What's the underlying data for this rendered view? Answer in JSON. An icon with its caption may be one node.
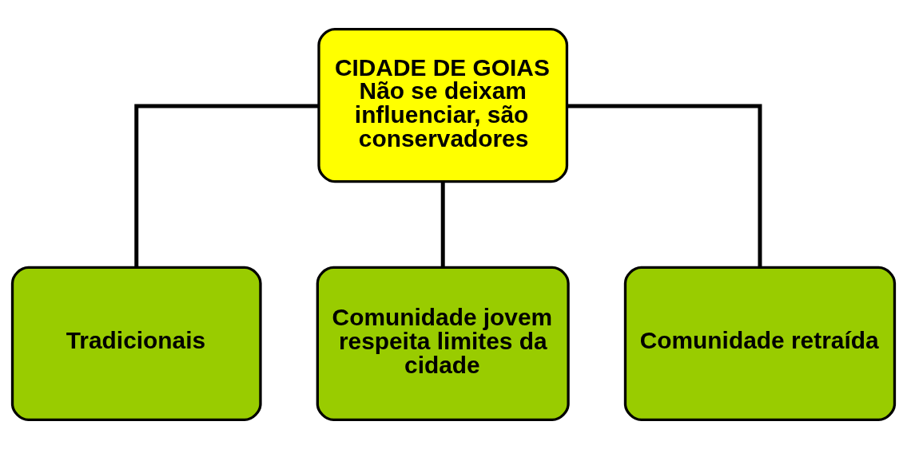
{
  "diagram": {
    "nodes": [
      {
        "text": [
          "CIDADE DE GOIAS",
          "Não se deixam influenciar, são conservadores"
        ]
      },
      {
        "text": [
          "Tradicionais"
        ]
      },
      {
        "text": [
          "Comunidade jovem respeita limites da cidade"
        ]
      },
      {
        "text": [
          "Comunidade retraída"
        ]
      }
    ],
    "edges": [
      {
        "from": 0,
        "to": 1,
        "arrow": "none"
      },
      {
        "from": 0,
        "to": 2,
        "arrow": "none"
      },
      {
        "from": 0,
        "to": 3,
        "arrow": "none"
      }
    ]
  }
}
